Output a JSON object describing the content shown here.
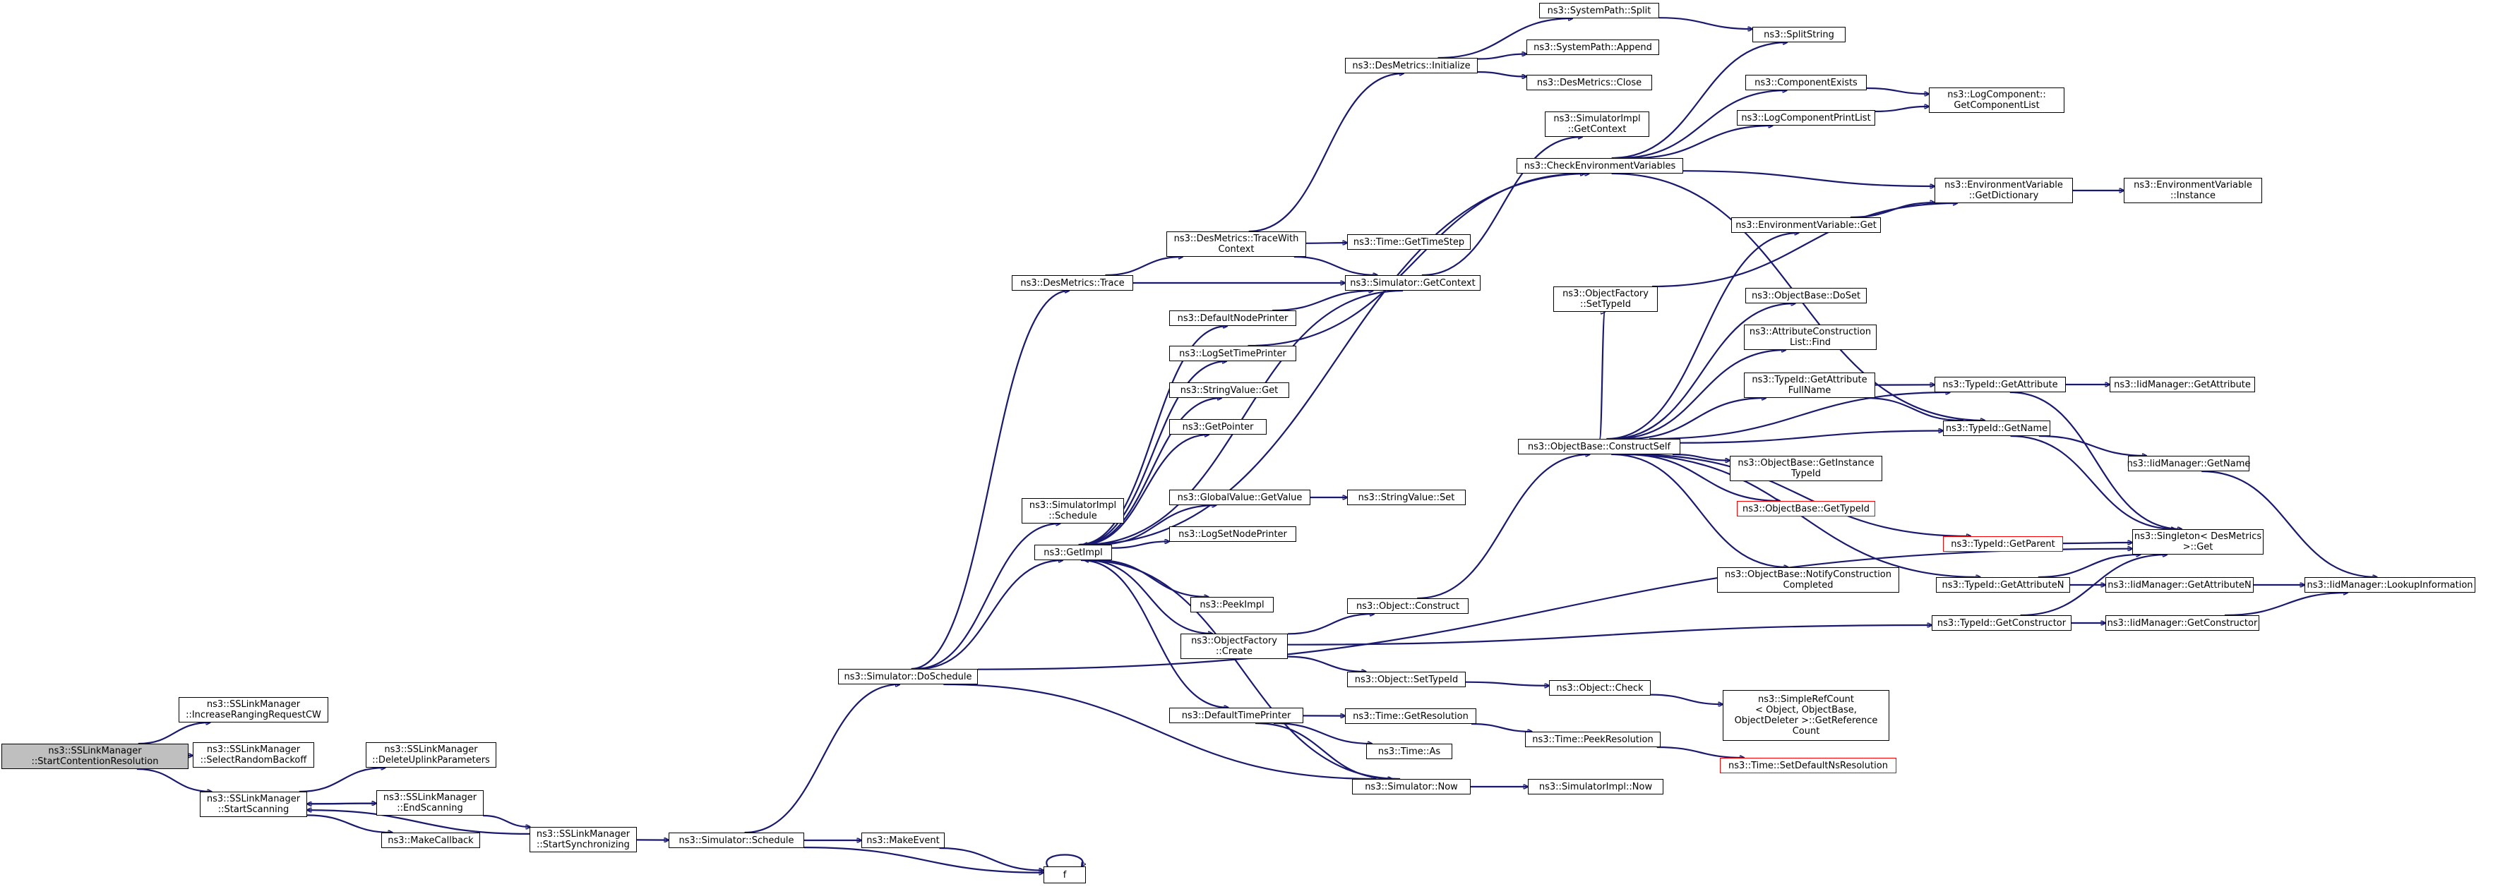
{
  "graph": {
    "colors": {
      "edge": "#191970",
      "node_border": "#000000",
      "root_fill": "#bfbfbf",
      "truncated_border": "#ff0000"
    },
    "nodes": [
      {
        "id": "root",
        "label": "ns3::SSLinkManager\n::StartContentionResolution",
        "root": true
      },
      {
        "id": "inc",
        "label": "ns3::SSLinkManager\n::IncreaseRangingRequestCW"
      },
      {
        "id": "sel",
        "label": "ns3::SSLinkManager\n::SelectRandomBackoff"
      },
      {
        "id": "start",
        "label": "ns3::SSLinkManager\n::StartScanning"
      },
      {
        "id": "del",
        "label": "ns3::SSLinkManager\n::DeleteUplinkParameters"
      },
      {
        "id": "end",
        "label": "ns3::SSLinkManager\n::EndScanning"
      },
      {
        "id": "mkcb",
        "label": "ns3::MakeCallback"
      },
      {
        "id": "sync",
        "label": "ns3::SSLinkManager\n::StartSynchronizing"
      },
      {
        "id": "sched",
        "label": "ns3::Simulator::Schedule"
      },
      {
        "id": "mkev",
        "label": "ns3::MakeEvent"
      },
      {
        "id": "f",
        "label": "f"
      },
      {
        "id": "dosched",
        "label": "ns3::Simulator::DoSchedule"
      },
      {
        "id": "dmtrace",
        "label": "ns3::DesMetrics::Trace"
      },
      {
        "id": "simimplsched",
        "label": "ns3::SimulatorImpl\n::Schedule"
      },
      {
        "id": "getimpl",
        "label": "ns3::GetImpl"
      },
      {
        "id": "dmtracectx",
        "label": "ns3::DesMetrics::TraceWith\nContext"
      },
      {
        "id": "dminit",
        "label": "ns3::DesMetrics::Initialize"
      },
      {
        "id": "sppsplit",
        "label": "ns3::SystemPath::Split"
      },
      {
        "id": "ppappend",
        "label": "ns3::SystemPath::Append"
      },
      {
        "id": "dmclose",
        "label": "ns3::DesMetrics::Close"
      },
      {
        "id": "splitstr",
        "label": "ns3::SplitString"
      },
      {
        "id": "timestep",
        "label": "ns3::Time::GetTimeStep"
      },
      {
        "id": "simgetctx",
        "label": "ns3::Simulator::GetContext"
      },
      {
        "id": "simimplctx",
        "label": "ns3::SimulatorImpl\n::GetContext"
      },
      {
        "id": "defnodepr",
        "label": "ns3::DefaultNodePrinter"
      },
      {
        "id": "logsettime",
        "label": "ns3::LogSetTimePrinter"
      },
      {
        "id": "strvalget",
        "label": "ns3::StringValue::Get"
      },
      {
        "id": "getptr",
        "label": "ns3::GetPointer"
      },
      {
        "id": "gvgetval",
        "label": "ns3::GlobalValue::GetValue"
      },
      {
        "id": "strvalset",
        "label": "ns3::StringValue::Set"
      },
      {
        "id": "logsetnode",
        "label": "ns3::LogSetNodePrinter"
      },
      {
        "id": "peekimpl",
        "label": "ns3::PeekImpl"
      },
      {
        "id": "ofcreate",
        "label": "ns3::ObjectFactory\n::Create"
      },
      {
        "id": "deftimepr",
        "label": "ns3::DefaultTimePrinter"
      },
      {
        "id": "checkenv",
        "label": "ns3::CheckEnvironmentVariables"
      },
      {
        "id": "compexists",
        "label": "ns3::ComponentExists"
      },
      {
        "id": "logcomppl",
        "label": "ns3::LogComponentPrintList"
      },
      {
        "id": "logcompgcl",
        "label": "ns3::LogComponent::\nGetComponentList"
      },
      {
        "id": "envget",
        "label": "ns3::EnvironmentVariable::Get"
      },
      {
        "id": "envgetdict",
        "label": "ns3::EnvironmentVariable\n::GetDictionary"
      },
      {
        "id": "envinst",
        "label": "ns3::EnvironmentVariable\n::Instance"
      },
      {
        "id": "ofsettid",
        "label": "ns3::ObjectFactory\n::SetTypeId"
      },
      {
        "id": "obdoset",
        "label": "ns3::ObjectBase::DoSet"
      },
      {
        "id": "acfind",
        "label": "ns3::AttributeConstruction\nList::Find"
      },
      {
        "id": "tidgafn",
        "label": "ns3::TypeId::GetAttribute\nFullName"
      },
      {
        "id": "tidgetattr",
        "label": "ns3::TypeId::GetAttribute"
      },
      {
        "id": "iidgetattr",
        "label": "ns3::IidManager::GetAttribute"
      },
      {
        "id": "obconstruct",
        "label": "ns3::ObjectBase::ConstructSelf"
      },
      {
        "id": "tidgetname",
        "label": "ns3::TypeId::GetName"
      },
      {
        "id": "obgetinst",
        "label": "ns3::ObjectBase::GetInstance\nTypeId"
      },
      {
        "id": "iidgetname",
        "label": "ns3::IidManager::GetName"
      },
      {
        "id": "obgettid",
        "label": "ns3::ObjectBase::GetTypeId",
        "truncated": true
      },
      {
        "id": "tidgetparent",
        "label": "ns3::TypeId::GetParent",
        "truncated": true
      },
      {
        "id": "singleton",
        "label": "ns3::Singleton< DesMetrics\n>::Get"
      },
      {
        "id": "obnotify",
        "label": "ns3::ObjectBase::NotifyConstruction\nCompleted"
      },
      {
        "id": "tidgetan",
        "label": "ns3::TypeId::GetAttributeN"
      },
      {
        "id": "iidgetan",
        "label": "ns3::IidManager::GetAttributeN"
      },
      {
        "id": "iidlookup",
        "label": "ns3::IidManager::LookupInformation"
      },
      {
        "id": "objconstruct",
        "label": "ns3::Object::Construct"
      },
      {
        "id": "tidgetctor",
        "label": "ns3::TypeId::GetConstructor"
      },
      {
        "id": "iidgetctor",
        "label": "ns3::IidManager::GetConstructor"
      },
      {
        "id": "objsettid",
        "label": "ns3::Object::SetTypeId"
      },
      {
        "id": "objcheck",
        "label": "ns3::Object::Check"
      },
      {
        "id": "srcgetref",
        "label": "ns3::SimpleRefCount\n< Object, ObjectBase,\nObjectDeleter >::GetReference\nCount"
      },
      {
        "id": "timegetres",
        "label": "ns3::Time::GetResolution"
      },
      {
        "id": "timeas",
        "label": "ns3::Time::As"
      },
      {
        "id": "timepeekres",
        "label": "ns3::Time::PeekResolution"
      },
      {
        "id": "timesetdef",
        "label": "ns3::Time::SetDefaultNsResolution",
        "truncated": true
      },
      {
        "id": "simnow",
        "label": "ns3::Simulator::Now"
      },
      {
        "id": "simimplnow",
        "label": "ns3::SimulatorImpl::Now"
      }
    ]
  }
}
